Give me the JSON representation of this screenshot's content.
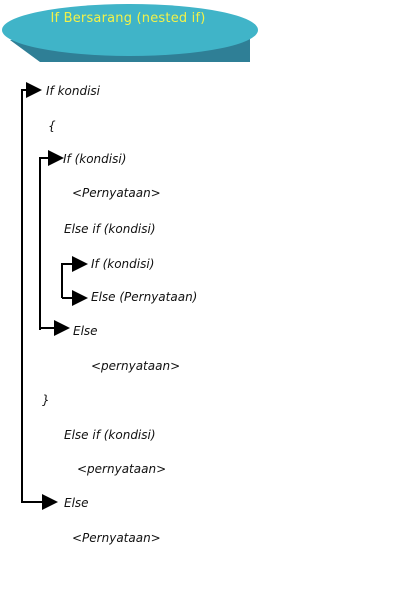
{
  "title": "If Bersarang (nested if)",
  "colors": {
    "banner_fill": "#40b4c8",
    "banner_shadow": "#2f7f96",
    "title_text": "#f2f24a",
    "text": "#111111",
    "arrow": "#000000"
  },
  "lines": {
    "if_kondisi": "If kondisi",
    "open_brace": "{",
    "if_kondisi_paren_1": "If (kondisi)",
    "pernyataan_1": "<Pernyataan>",
    "else_if_kondisi_1": "Else if (kondisi)",
    "if_kondisi_paren_2": "If (kondisi)",
    "else_pernyataan": "Else (Pernyataan)",
    "else_1": "Else",
    "pernyataan_2": "<pernyataan>",
    "close_brace": "}",
    "else_if_kondisi_2": "Else if (kondisi)",
    "pernyataan_3": "<pernyataan>",
    "else_2": "Else",
    "pernyataan_4": "<Pernyataan>"
  }
}
